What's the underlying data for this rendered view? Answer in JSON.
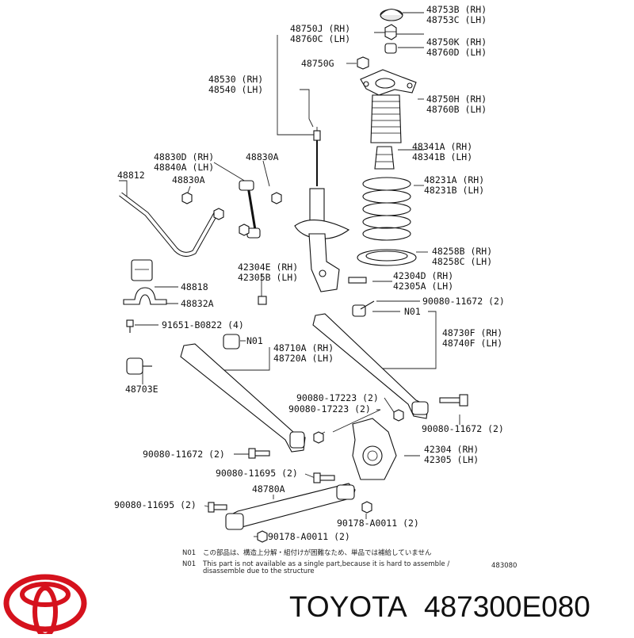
{
  "parts": [
    {
      "code": "48753B (RH)",
      "code2": "48753C (LH)"
    },
    {
      "code": "48750J (RH)",
      "code2": "48760C (LH)"
    },
    {
      "code": "48750K (RH)",
      "code2": "48760D (LH)"
    },
    {
      "code": "48750G"
    },
    {
      "code": "48530 (RH)",
      "code2": "48540 (LH)"
    },
    {
      "code": "48750H (RH)",
      "code2": "48760B (LH)"
    },
    {
      "code": "48341A (RH)",
      "code2": "48341B (LH)"
    },
    {
      "code": "48830D (RH)",
      "code2": "48840A (LH)"
    },
    {
      "code": "48830A"
    },
    {
      "code": "48830A"
    },
    {
      "code": "48812"
    },
    {
      "code": "48231A (RH)",
      "code2": "48231B (LH)"
    },
    {
      "code": "48258B (RH)",
      "code2": "48258C (LH)"
    },
    {
      "code": "42304E (RH)",
      "code2": "42305B (LH)"
    },
    {
      "code": "42304D (RH)",
      "code2": "42305A (LH)"
    },
    {
      "code": "48818"
    },
    {
      "code": "48832A"
    },
    {
      "code": "90080-11672 (2)"
    },
    {
      "code": "N01"
    },
    {
      "code": "91651-B0822 (4)"
    },
    {
      "code": "48730F (RH)",
      "code2": "48740F (LH)"
    },
    {
      "code": "N01"
    },
    {
      "code": "48710A (RH)",
      "code2": "48720A (LH)"
    },
    {
      "code": "48703E"
    },
    {
      "code": "90080-17223 (2)"
    },
    {
      "code": "90080-17223 (2)"
    },
    {
      "code": "90080-11672 (2)"
    },
    {
      "code": "42304 (RH)",
      "code2": "42305 (LH)"
    },
    {
      "code": "90080-11672 (2)"
    },
    {
      "code": "90080-11695 (2)"
    },
    {
      "code": "48780A"
    },
    {
      "code": "90080-11695 (2)"
    },
    {
      "code": "90178-A0011 (2)"
    },
    {
      "code": "90178-A0011 (2)"
    }
  ],
  "notes": {
    "n1_code": "N01",
    "n1_jp": "この部品は、構造上分解・組付けが困難なため、単品では補給していません",
    "n2_code": "N01",
    "n2_en1": "This part is not available as a single part,because it is hard to assemble /",
    "n2_en2": "disassemble due to the structure"
  },
  "diagram_id": "483080",
  "brand": {
    "name": "TOYOTA",
    "part_number": "487300E080",
    "logo_color": "#d5121d"
  }
}
